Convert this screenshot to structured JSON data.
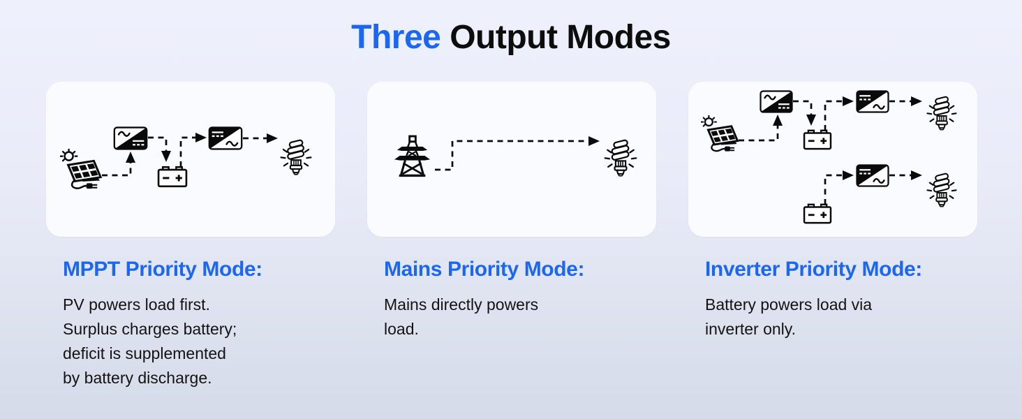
{
  "title": {
    "highlight": "Three",
    "rest": "Output Modes"
  },
  "colors": {
    "accent_blue": "#1b67f1",
    "text_dark": "#0d0d0d",
    "card_background": "#fafbff",
    "background_top": "#eef1fc",
    "background_bottom": "#d6dbe9",
    "icon_black": "#0a0a0a"
  },
  "modes": [
    {
      "heading": "MPPT Priority Mode:",
      "description": "PV powers load first.\nSurplus charges battery;\ndeficit is supplemented\nby battery discharge.",
      "diagram_icons": [
        "solar-panel",
        "mppt-charger",
        "battery",
        "inverter",
        "cfl-bulb"
      ],
      "flow": "PV → charger → battery ↔ inverter → load"
    },
    {
      "heading": "Mains Priority Mode:",
      "description": "Mains directly powers\nload.",
      "diagram_icons": [
        "power-tower",
        "cfl-bulb"
      ],
      "flow": "Mains → load"
    },
    {
      "heading": "Inverter Priority Mode:",
      "description": "Battery powers load via\ninverter only.",
      "diagram_icons": [
        "solar-panel",
        "mppt-charger",
        "battery",
        "inverter",
        "cfl-bulb",
        "battery",
        "inverter",
        "cfl-bulb"
      ],
      "flow": "Battery → inverter → load"
    }
  ]
}
